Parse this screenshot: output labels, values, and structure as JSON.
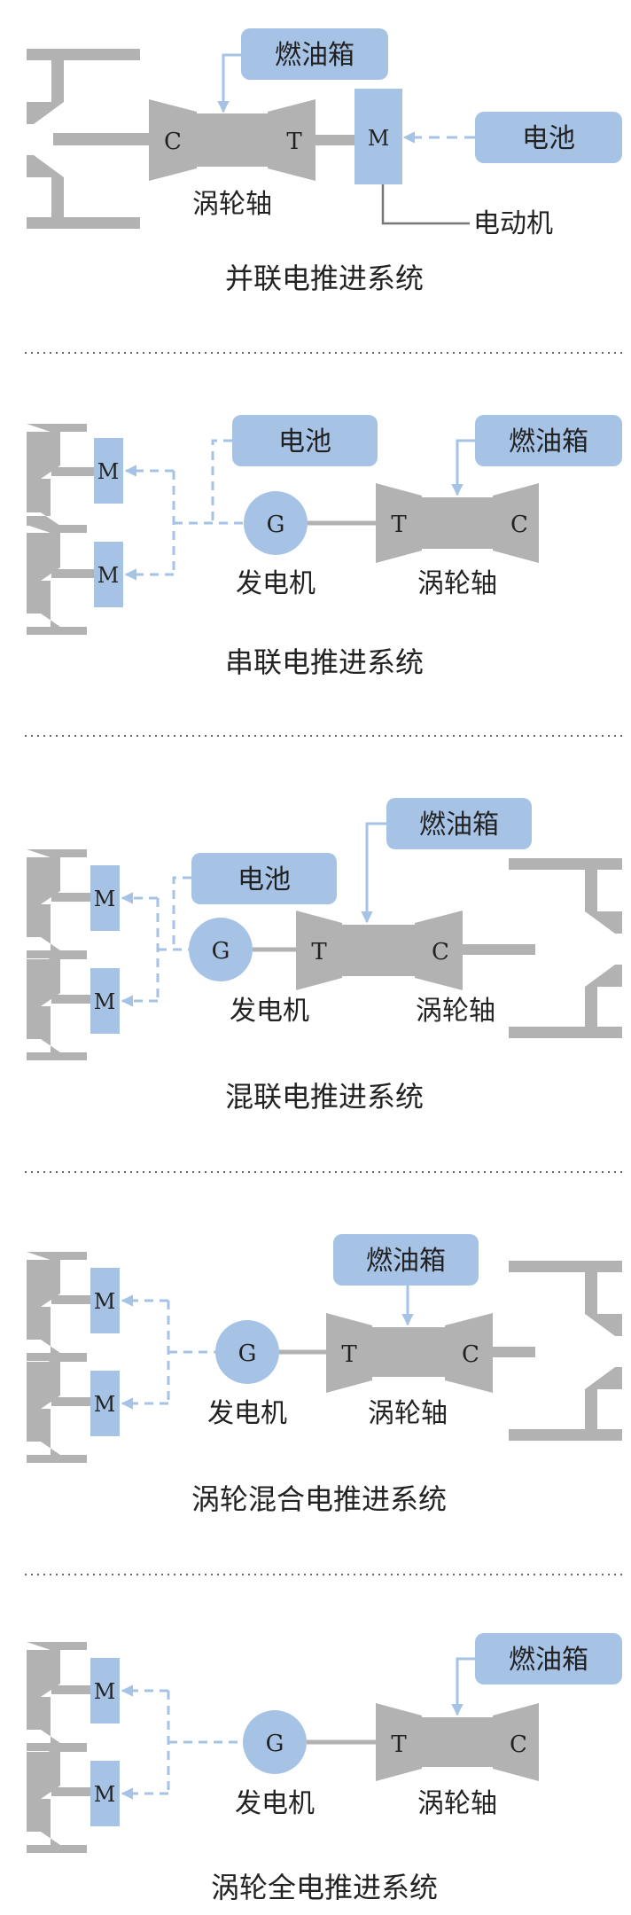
{
  "colors": {
    "gray": "#b2b2b2",
    "blue": "#a6c3e6",
    "text": "#222222",
    "dots": "#666666"
  },
  "labels": {
    "fuel_tank": "燃油箱",
    "battery": "电池",
    "turbine_shaft": "涡轮轴",
    "motor_desc": "电动机",
    "generator": "发电机",
    "c": "C",
    "t": "T",
    "m": "M",
    "g": "G"
  },
  "titles": {
    "parallel": "并联电推进系统",
    "series": "串联电推进系统",
    "hybrid": "混联电推进系统",
    "turbo_hybrid": "涡轮混合电推进系统",
    "turbo_electric": "涡轮全电推进系统"
  }
}
